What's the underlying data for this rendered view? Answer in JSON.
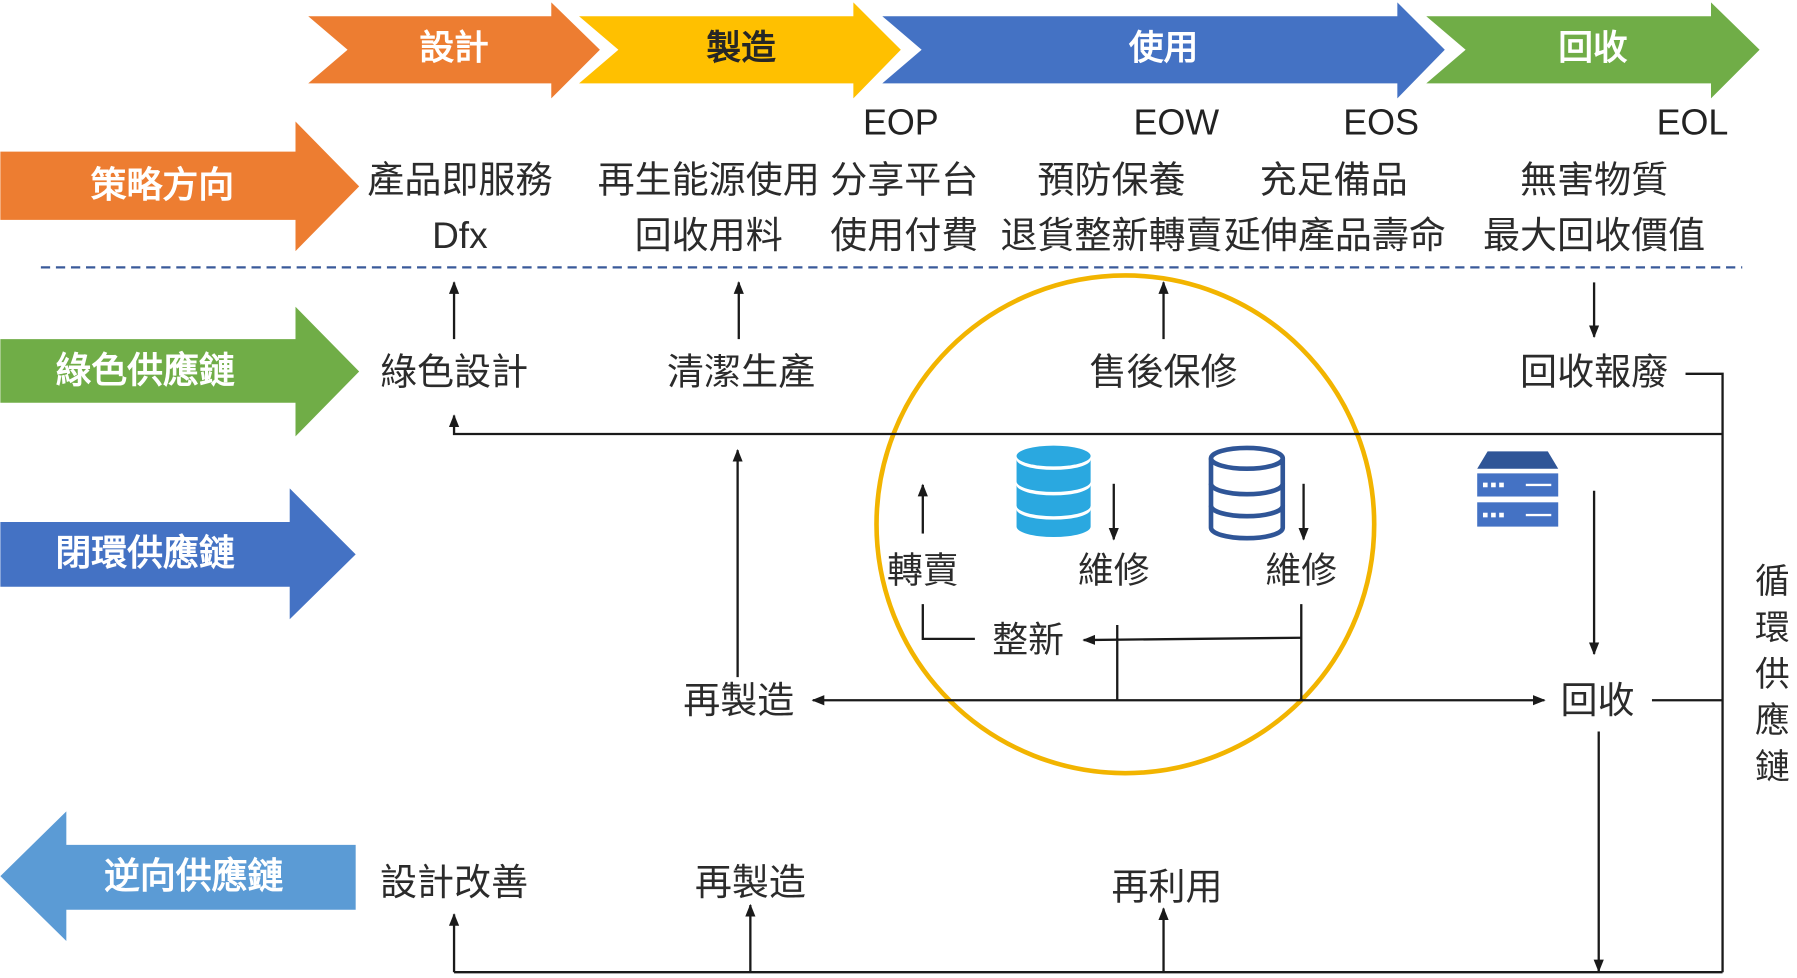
{
  "phases": [
    {
      "label": "設計",
      "color": "#ED7D31",
      "text_color": "#FFFFFF"
    },
    {
      "label": "製造",
      "color": "#FFC000",
      "text_color": "#262626"
    },
    {
      "label": "使用",
      "color": "#4472C4",
      "text_color": "#FFFFFF"
    },
    {
      "label": "回收",
      "color": "#70AD47",
      "text_color": "#FFFFFF"
    }
  ],
  "milestones": [
    "EOP",
    "EOW",
    "EOS",
    "EOL"
  ],
  "row_labels": {
    "strategy": {
      "label": "策略方向",
      "color": "#ED7D31"
    },
    "green": {
      "label": "綠色供應鏈",
      "color": "#70AD47"
    },
    "closed_loop": {
      "label": "閉環供應鏈",
      "color": "#4472C4"
    },
    "reverse": {
      "label": "逆向供應鏈",
      "color": "#5B9BD5"
    }
  },
  "strategy": {
    "row1": [
      "產品即服務",
      "再生能源使用",
      "分享平台",
      "預防保養",
      "充足備品",
      "無害物質"
    ],
    "row2": [
      "Dfx",
      "回收用料",
      "使用付費",
      "退貨整新轉賣",
      "延伸產品壽命",
      "最大回收價值"
    ]
  },
  "green_chain": [
    "綠色設計",
    "清潔生產",
    "售後保修",
    "回收報廢"
  ],
  "closed_loop": {
    "resell": "轉賣",
    "repair_1": "維修",
    "repair_2": "維修",
    "refurbish": "整新",
    "remanufacture": "再製造",
    "recycle": "回收"
  },
  "reverse_chain": [
    "設計改善",
    "再製造",
    "再利用"
  ],
  "circular_label": "循環供應鏈",
  "colors": {
    "dashed_divider": "#3A5A9A",
    "highlight_circle": "#F2B400",
    "database_filled": "#2AA8E0",
    "database_outline": "#2F5597",
    "server": "#4472C4"
  },
  "icons": {
    "database_filled": "database-icon",
    "database_outline": "database-icon",
    "server": "server-rack-icon"
  }
}
